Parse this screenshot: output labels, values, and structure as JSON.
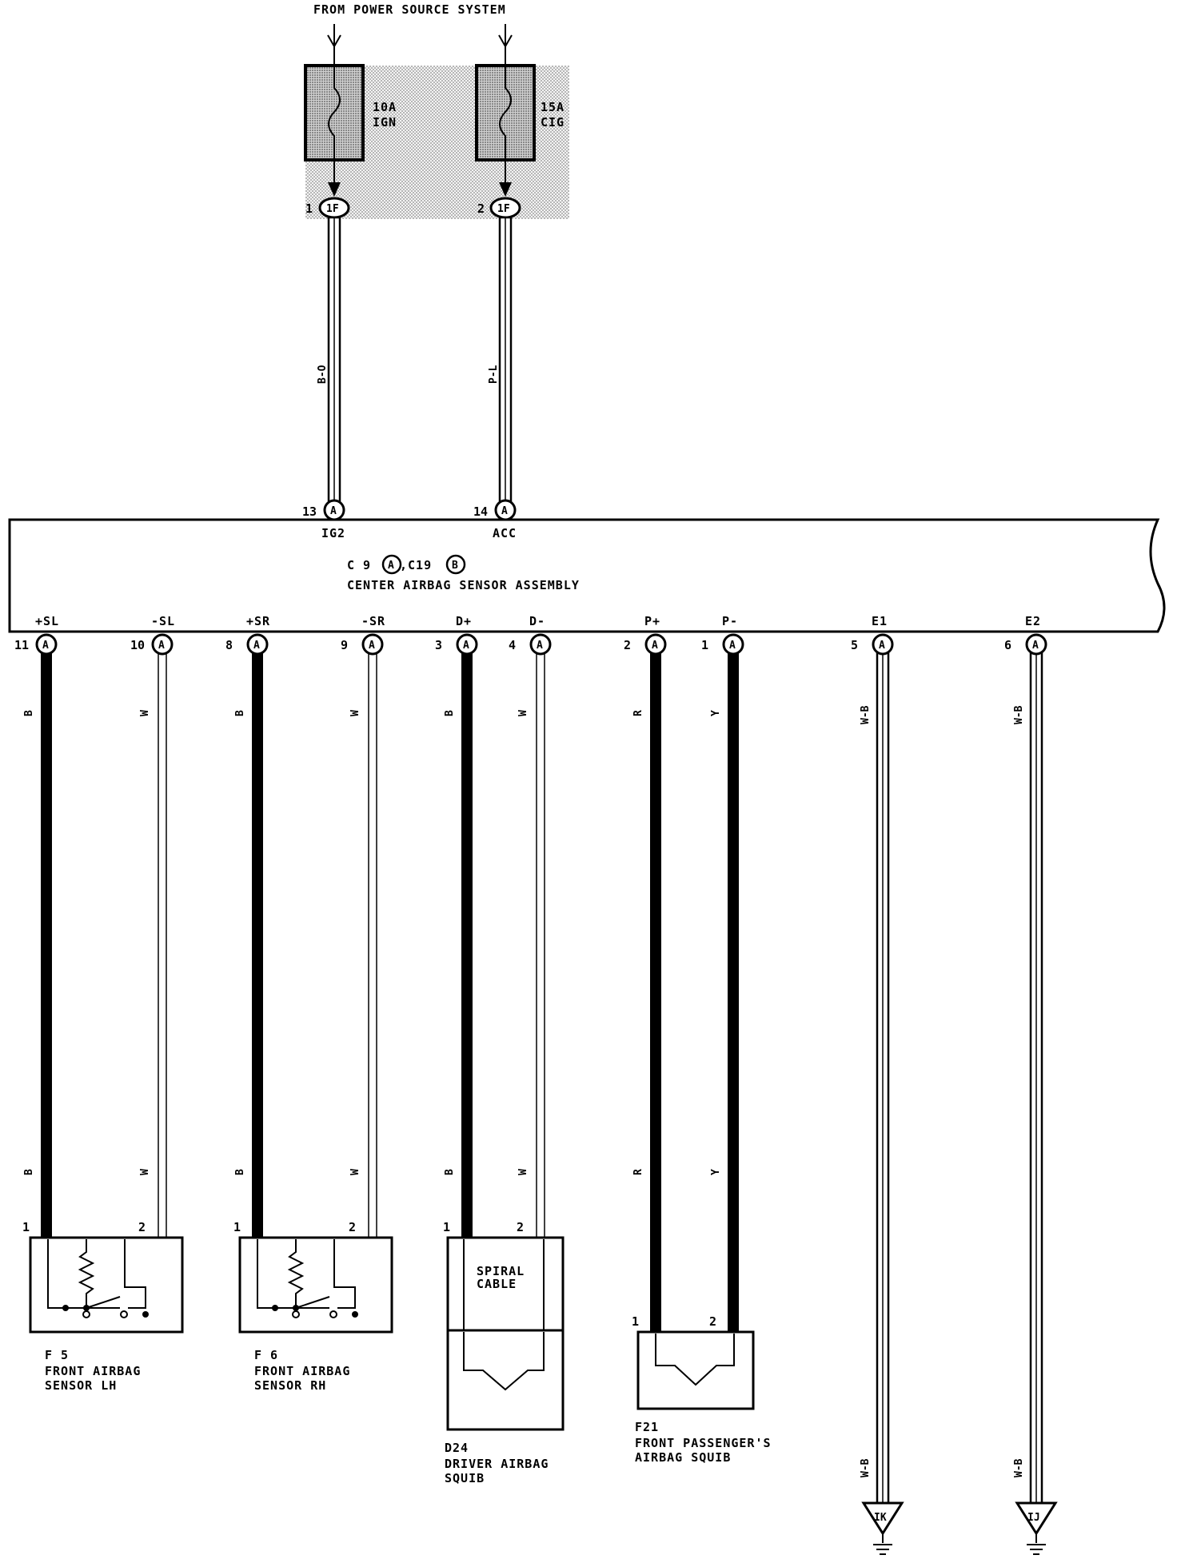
{
  "header": {
    "title": "FROM POWER SOURCE SYSTEM"
  },
  "fuses": [
    {
      "id": "ign",
      "rating": "10A",
      "name": "IGN",
      "junction_pin": "1",
      "junction": "1F",
      "wire_color": "B-O",
      "ecu_pin": "13",
      "ecu_connector": "A",
      "ecu_terminal": "IG2"
    },
    {
      "id": "cig",
      "rating": "15A",
      "name": "CIG",
      "junction_pin": "2",
      "junction": "1F",
      "wire_color": "P-L",
      "ecu_pin": "14",
      "ecu_connector": "A",
      "ecu_terminal": "ACC"
    }
  ],
  "ecu": {
    "code_prefix": "C 9",
    "connector_a": "A",
    "code_mid": ",C19",
    "connector_b": "B",
    "name": "CENTER AIRBAG SENSOR ASSEMBLY"
  },
  "terminals": [
    {
      "label": "+SL",
      "pin": "11",
      "connector": "A",
      "wire": "B",
      "weight": "thick",
      "comp_pin": "1"
    },
    {
      "label": "-SL",
      "pin": "10",
      "connector": "A",
      "wire": "W",
      "weight": "thin",
      "comp_pin": "2"
    },
    {
      "label": "+SR",
      "pin": "8",
      "connector": "A",
      "wire": "B",
      "weight": "thick",
      "comp_pin": "1"
    },
    {
      "label": "-SR",
      "pin": "9",
      "connector": "A",
      "wire": "W",
      "weight": "thin",
      "comp_pin": "2"
    },
    {
      "label": "D+",
      "pin": "3",
      "connector": "A",
      "wire": "B",
      "weight": "thick",
      "comp_pin": "1"
    },
    {
      "label": "D-",
      "pin": "4",
      "connector": "A",
      "wire": "W",
      "weight": "thin",
      "comp_pin": "2"
    },
    {
      "label": "P+",
      "pin": "2",
      "connector": "A",
      "wire": "R",
      "weight": "thick",
      "comp_pin": "1"
    },
    {
      "label": "P-",
      "pin": "1",
      "connector": "A",
      "wire": "Y",
      "weight": "thick",
      "comp_pin": "2"
    },
    {
      "label": "E1",
      "pin": "5",
      "connector": "A",
      "wire": "W-B",
      "weight": "double",
      "ground": "IK"
    },
    {
      "label": "E2",
      "pin": "6",
      "connector": "A",
      "wire": "W-B",
      "weight": "double",
      "ground": "IJ"
    }
  ],
  "components": [
    {
      "code": "F 5",
      "line1": "FRONT AIRBAG",
      "line2": "SENSOR LH"
    },
    {
      "code": "F 6",
      "line1": "FRONT AIRBAG",
      "line2": "SENSOR RH"
    },
    {
      "code": "D24",
      "line1": "DRIVER AIRBAG",
      "line2": "SQUIB",
      "inner1": "SPIRAL",
      "inner2": "CABLE"
    },
    {
      "code": "F21",
      "line1": "FRONT PASSENGER'S",
      "line2": "AIRBAG SQUIB"
    }
  ],
  "colors": {
    "ink": "#000000",
    "fuse_fill": "#c8c8c8",
    "background": "#ffffff"
  }
}
